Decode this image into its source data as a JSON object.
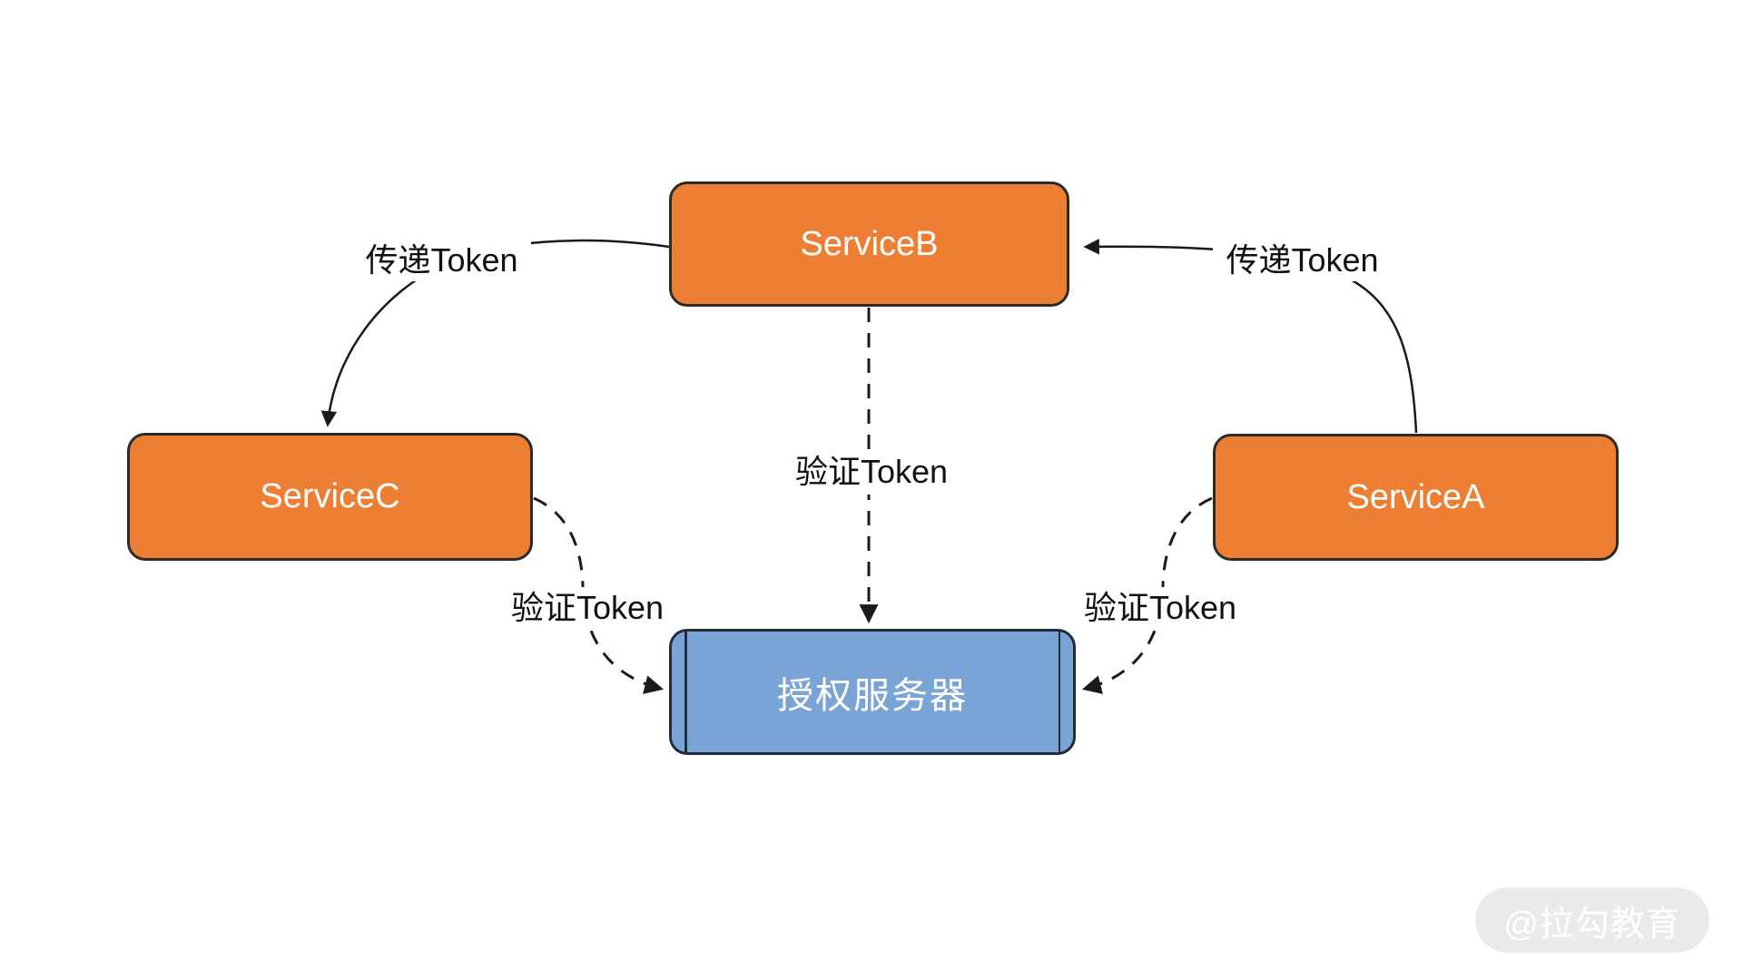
{
  "diagram": {
    "title_hint": "token-authentication-flow",
    "nodes": {
      "service_b": {
        "label": "ServiceB"
      },
      "service_c": {
        "label": "ServiceC"
      },
      "service_a": {
        "label": "ServiceA"
      },
      "auth_server": {
        "label": "授权服务器"
      }
    },
    "edges": [
      {
        "from": "ServiceB",
        "to": "ServiceC",
        "label": "传递Token",
        "style": "solid"
      },
      {
        "from": "ServiceA",
        "to": "ServiceB",
        "label": "传递Token",
        "style": "solid"
      },
      {
        "from": "ServiceB",
        "to": "授权服务器",
        "label": "验证Token",
        "style": "dashed"
      },
      {
        "from": "ServiceC",
        "to": "授权服务器",
        "label": "验证Token",
        "style": "dashed"
      },
      {
        "from": "ServiceA",
        "to": "授权服务器",
        "label": "验证Token",
        "style": "dashed"
      }
    ],
    "colors": {
      "service_fill": "#EC7F33",
      "service_border": "#2B2B2B",
      "auth_fill": "#7BA4D6",
      "auth_border": "#232E3C",
      "line": "#1A1A1A",
      "label_text": "#111111",
      "node_text": "#FFFFFF",
      "watermark_bg": "#EAEAEA",
      "watermark_text": "#FFFFFF",
      "canvas_bg": "#FFFFFF"
    },
    "watermark": {
      "text": "@拉勾教育"
    }
  }
}
